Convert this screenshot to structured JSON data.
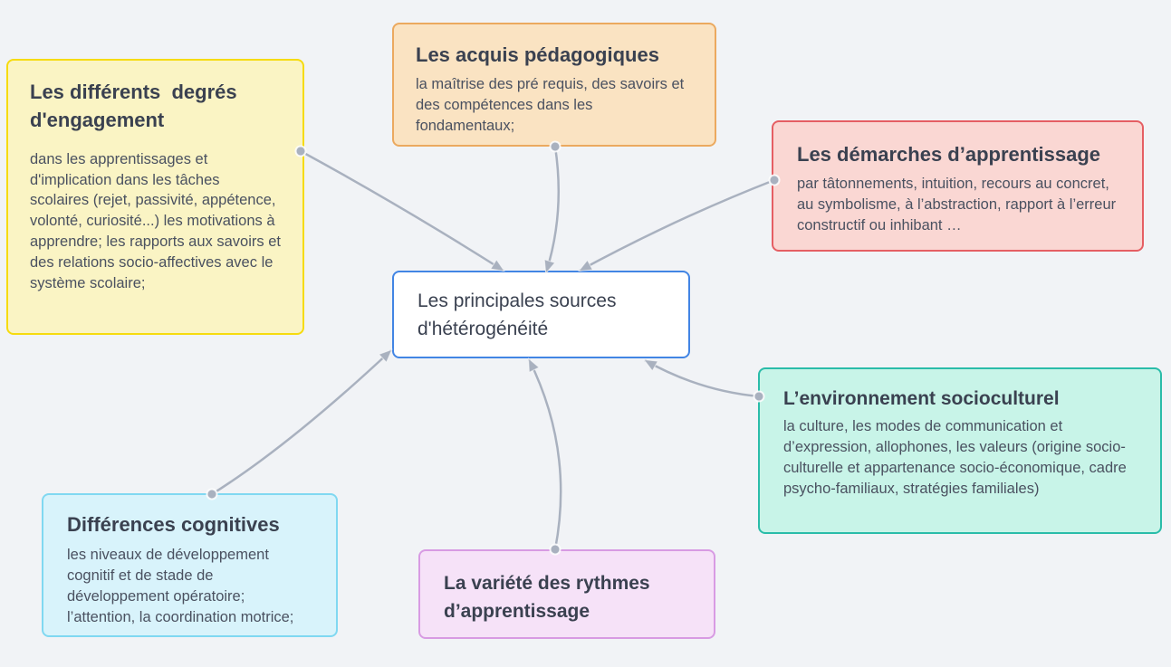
{
  "theme": {
    "page_background": "#F1F3F6",
    "connector_color": "#A9B1BF",
    "title_color": "#3A4150",
    "body_color": "#4A5160"
  },
  "central_node": {
    "title": "Les principales sources d'hétérogénéité",
    "colors": {
      "bg": "#FFFFFF",
      "border": "#4285E4",
      "text": "#1673E6"
    }
  },
  "nodes": {
    "degres_engagement": {
      "title": "Les différents  degrés d'engagement",
      "body": "dans les apprentissages et d'implication dans les tâches scolaires (rejet, passivité, appétence, volonté, curiosité...) les motivations à apprendre; les rapports aux savoirs et des relations socio-affectives avec le système scolaire;",
      "colors": {
        "bg": "#FAF4C4",
        "border": "#F6DB0E"
      }
    },
    "acquis_pedagogiques": {
      "title": "Les acquis pédagogiques",
      "body": "la maîtrise des pré requis, des savoirs et des compétences dans les fondamentaux;",
      "colors": {
        "bg": "#FAE3C2",
        "border": "#EBA95F"
      }
    },
    "demarches_apprentissage": {
      "title": "Les démarches d’apprentissage",
      "body": "par tâtonnements, intuition, recours au concret, au symbolisme, à l’abstraction, rapport à l’erreur constructif ou inhibant …",
      "colors": {
        "bg": "#FAD7D3",
        "border": "#E55E63"
      }
    },
    "environnement_socioculturel": {
      "title": "L’environnement socioculturel",
      "body": "la culture, les modes de communication et d’expression, allophones, les valeurs (origine socio-culturelle et appartenance socio-économique, cadre psycho-familiaux, stratégies familiales)",
      "colors": {
        "bg": "#C8F4E8",
        "border": "#2ABCA9"
      }
    },
    "differences_cognitives": {
      "title": "Différences cognitives",
      "body": "les niveaux de développement cognitif et de stade de développement opératoire; l’attention, la coordination motrice;",
      "colors": {
        "bg": "#D8F3FB",
        "border": "#80D8F1"
      }
    },
    "rythmes_apprentissage": {
      "title": "La variété des rythmes d’apprentissage",
      "colors": {
        "bg": "#F6E2F8",
        "border": "#D89BE3"
      }
    }
  },
  "edges": [
    {
      "from": "degres_engagement",
      "to": "central"
    },
    {
      "from": "acquis_pedagogiques",
      "to": "central"
    },
    {
      "from": "demarches_apprentissage",
      "to": "central"
    },
    {
      "from": "environnement_socioculturel",
      "to": "central"
    },
    {
      "from": "differences_cognitives",
      "to": "central"
    },
    {
      "from": "rythmes_apprentissage",
      "to": "central"
    }
  ]
}
